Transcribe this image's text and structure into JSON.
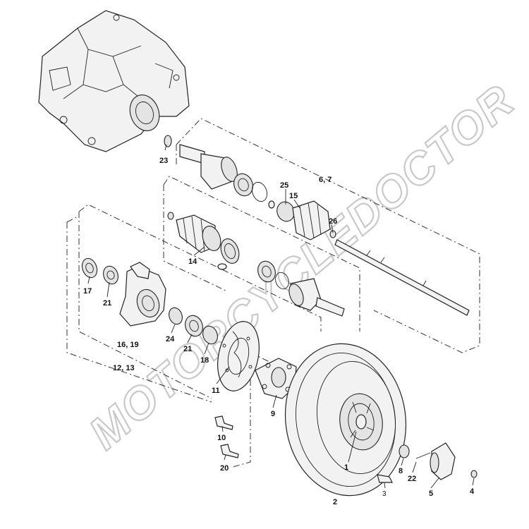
{
  "watermark": "MOTORCYCLEDOCTOR",
  "callouts": {
    "c1": "1",
    "c2": "2",
    "c3": "3",
    "c4": "4",
    "c5": "5",
    "c67": "6, 7",
    "c8": "8",
    "c9": "9",
    "c10": "10",
    "c11": "11",
    "c1213": "12, 13",
    "c14": "14",
    "c15": "15",
    "c1619": "16, 19",
    "c17": "17",
    "c18": "18",
    "c20": "20",
    "c21a": "21",
    "c21b": "21",
    "c22": "22",
    "c23": "23",
    "c24": "24",
    "c25": "25",
    "c26": "26"
  }
}
